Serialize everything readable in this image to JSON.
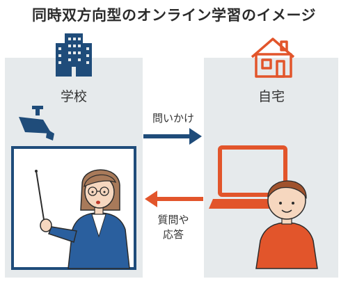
{
  "title": "同時双方向型のオンライン学習のイメージ",
  "school": {
    "label": "学校"
  },
  "home": {
    "label": "自宅"
  },
  "arrows": {
    "to_home": {
      "label": "問いかけ"
    },
    "to_school": {
      "label_line1": "質問や",
      "label_line2": "応答"
    }
  },
  "colors": {
    "navy": "#1f4c7a",
    "orange": "#e2552b",
    "panel": "#e6eaec",
    "text": "#2b2b2b"
  },
  "icons": {
    "school_building": "school-building-icon",
    "house": "house-icon",
    "camera": "security-camera-icon",
    "laptop": "laptop-icon"
  }
}
